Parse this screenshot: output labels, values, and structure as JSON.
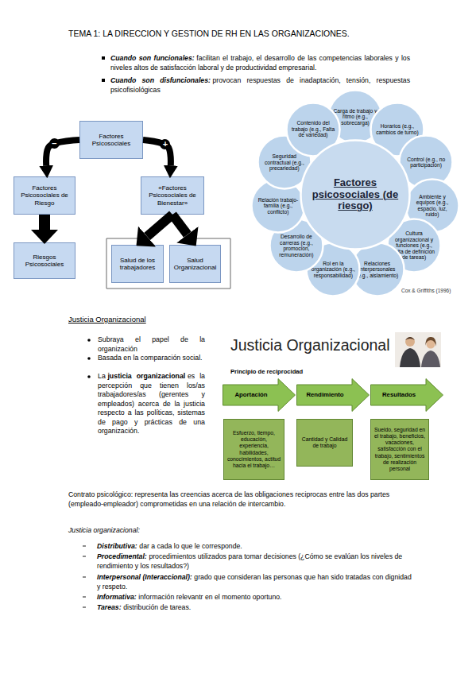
{
  "diagram": {
    "title": "TEMA 1: LA DIRECCION Y GESTION DE RH EN LAS ORGANIZACIONES.",
    "nodes": [
      {
        "text": [
          "Factores Psicosociales"
        ]
      },
      {
        "text": [
          "Factores Psicosociales de Riesgo"
        ]
      },
      {
        "text": [
          "«Factores Psicosociales de Bienestar»"
        ]
      },
      {
        "text": [
          "Riesgos Psicosociales"
        ]
      },
      {
        "text": [
          "Salud de los trabajadores"
        ]
      },
      {
        "text": [
          "Salud Organizacional"
        ]
      },
      {
        "text": [
          "Factores psicosociales (de riesgo)"
        ]
      },
      {
        "text": [
          "Carga de trabajo y ritmo (e.g., sobrecarga)"
        ]
      },
      {
        "text": [
          "Horarios (e.g., cambios de turno)"
        ]
      },
      {
        "text": [
          "Control (e.g., no participación)"
        ]
      },
      {
        "text": [
          "Ambiente y equipos (e.g., espacio, luz, ruido)"
        ]
      },
      {
        "text": [
          "Cultura organizacional y funciones (e.g., falta de definición de tareas)"
        ]
      },
      {
        "text": [
          "Relaciones interpersonales (e.g., aislamiento)"
        ]
      },
      {
        "text": [
          "Rol en la organización (e.g., responsabilidad)"
        ]
      },
      {
        "text": [
          "Desarrollo de carreras (e.g., promoción, remuneración)"
        ]
      },
      {
        "text": [
          "Relación trabajo-familia (e.g., conflicto)"
        ]
      },
      {
        "text": [
          "Seguridad contractual (e.g., precariedad)"
        ]
      },
      {
        "text": [
          "Contenido del trabajo (e.g., Falta de variedad)"
        ]
      },
      {
        "text": [
          "Aportación"
        ]
      },
      {
        "text": [
          "Rendimiento"
        ]
      },
      {
        "text": [
          "Resultados"
        ]
      },
      {
        "text": [
          "Esfuerzo, tiempo, educación, experiencia, habilidades, conocimientos, actitud hacia el trabajo…"
        ]
      },
      {
        "text": [
          "Cantidad y Calidad de trabajo"
        ]
      },
      {
        "text": [
          "Sueldo, seguridad en el trabajo, beneficios, vacaciones, satisfacción con el trabajo, sentimientos de realización personal"
        ]
      }
    ],
    "edges": [
      {
        "from": 0,
        "to": 1,
        "arrow": "to",
        "label": "–"
      },
      {
        "from": 0,
        "to": 2,
        "arrow": "to",
        "label": "+"
      },
      {
        "from": 1,
        "to": 3,
        "arrow": "to"
      },
      {
        "from": 2,
        "to": 4,
        "arrow": "to"
      },
      {
        "from": 2,
        "to": 5,
        "arrow": "to"
      }
    ],
    "labels": [
      "Cuando son funcionales:",
      "facilitan el trabajo, el desarrollo de las competencias laborales y los niveles altos de satisfacción laboral y de productividad empresarial.",
      "Cuando son disfuncionales:",
      "provocan respuestas de inadaptación, tensión, respuestas psicofisiológicas",
      "Cox & Griffiths (1996)",
      "Justicia Organizacional",
      "Subraya el papel de la organización",
      "Basada en la comparación social.",
      "La",
      "justicia organizacional",
      "es la percepción que tienen los/as trabajadores/as (gerentes y empleados) acerca de la justicia respecto a las políticas, sistemas de pago y prácticas de una organización.",
      "Justicia Organizacional",
      "Principio de reciprocidad",
      "Contrato psicológico: representa las creencias acerca de las obligaciones reciprocas entre las dos partes (empleado-empleador) comprometidas en una relación de intercambio.",
      "Justicia organizacional:",
      "Distributiva:",
      "dar a cada lo que le corresponde.",
      "Procedimental:",
      "procedimientos utilizados para tomar decisiones (¿Cómo se evalúan los niveles de rendimiento y los resultados?)",
      "Interpersonal (Interaccional):",
      "grado que consideran las personas que han sido tratadas con dignidad y respeto.",
      "Informativa:",
      "información relevantr en el momento oportuno.",
      "Tareas:",
      "distribución de tareas."
    ]
  }
}
